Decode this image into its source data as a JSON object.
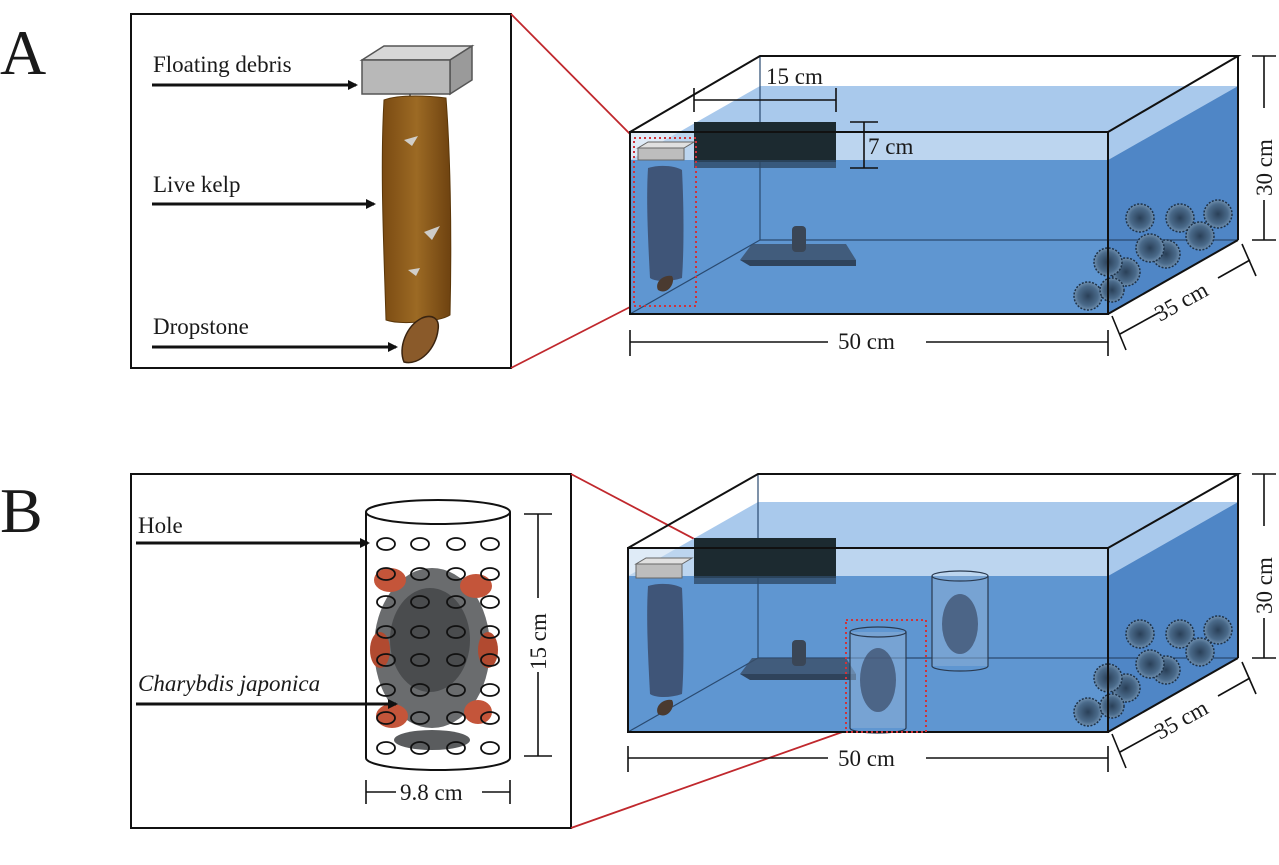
{
  "panels": {
    "a": {
      "letter": "A",
      "inset_labels": {
        "floating_debris": "Floating debris",
        "live_kelp": "Live kelp",
        "dropstone": "Dropstone"
      },
      "dimensions": {
        "black_box_width": "15 cm",
        "black_box_height": "7 cm",
        "tank_height": "30 cm",
        "tank_depth": "35 cm",
        "tank_width": "50 cm"
      }
    },
    "b": {
      "letter": "B",
      "inset_labels": {
        "hole": "Hole",
        "crab": "Charybdis japonica"
      },
      "dimensions": {
        "cage_height": "15 cm",
        "cage_diameter": "9.8 cm",
        "tank_height": "30 cm",
        "tank_depth": "35 cm",
        "tank_width": "50 cm"
      }
    }
  },
  "colors": {
    "water_front": "#5f96d1",
    "water_top": "#a8c8ec",
    "water_side": "#4f86c6",
    "shelter": "#1c2a30",
    "kelp": "#8c5a1a",
    "callout": "#c0282d",
    "urchin": "#3d5a78"
  }
}
